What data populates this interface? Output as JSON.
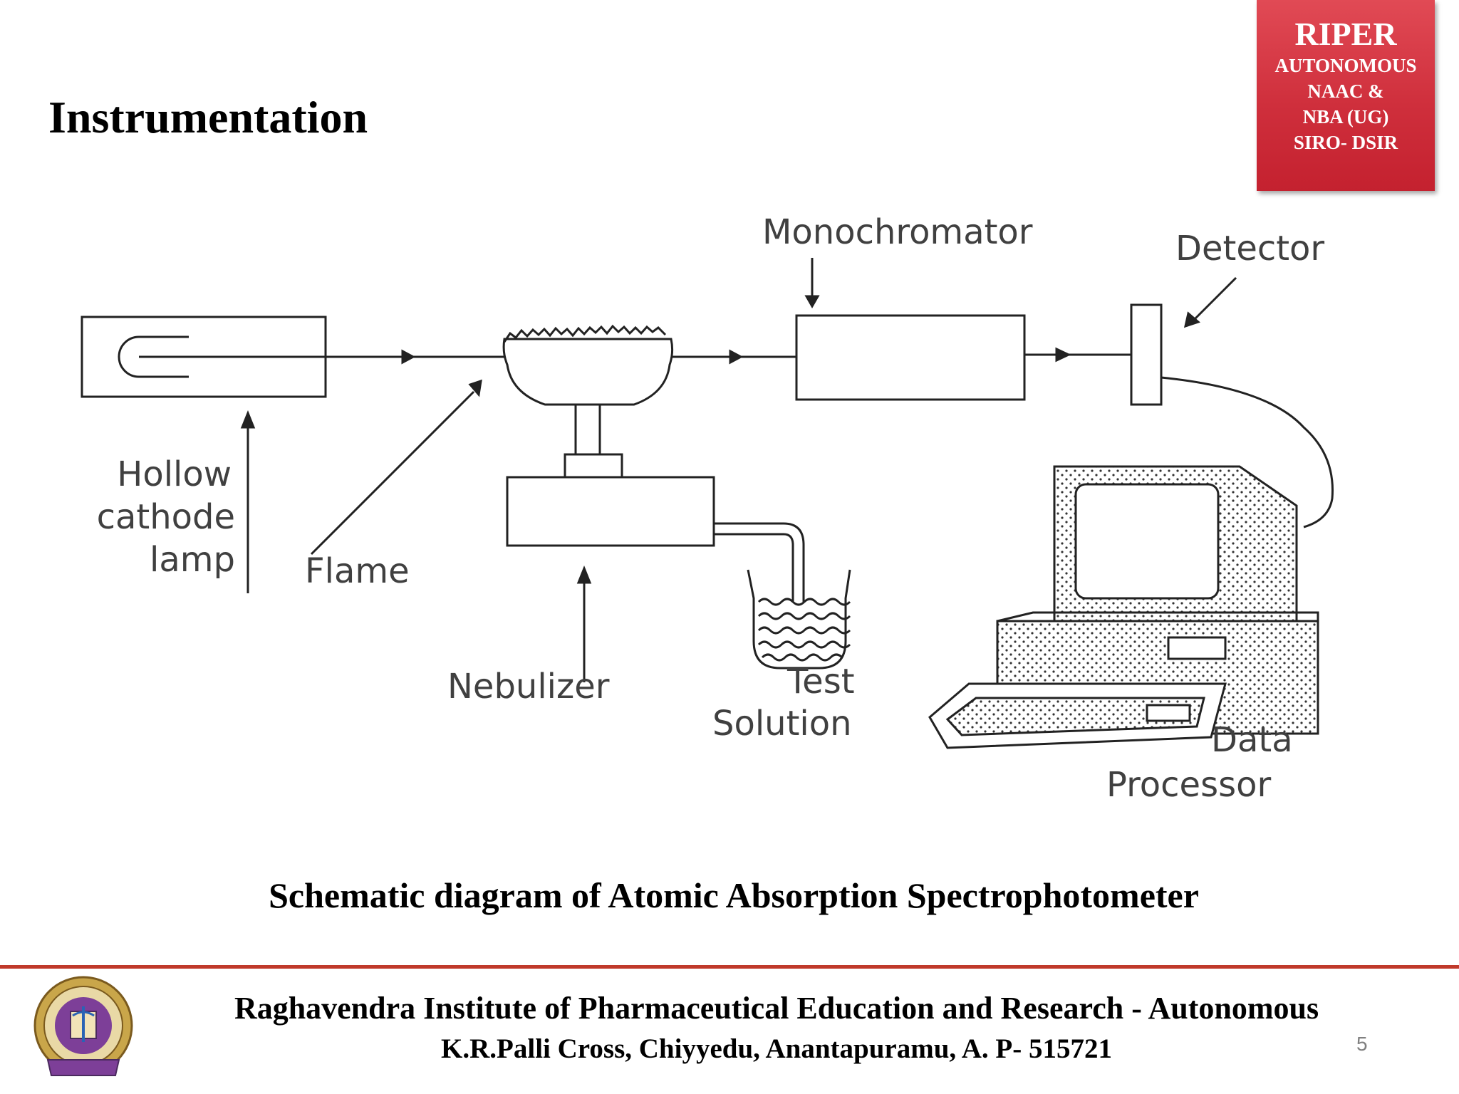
{
  "slide": {
    "title": "Instrumentation",
    "caption": "Schematic diagram of Atomic  Absorption Spectrophotometer",
    "page_number": "5"
  },
  "badge": {
    "line1": "RIPER",
    "line2": "AUTONOMOUS",
    "line3": "NAAC &",
    "line4": "NBA (UG)",
    "line5": "SIRO- DSIR",
    "color": "#d32f3c"
  },
  "diagram": {
    "labels": {
      "monochromator": "Monochromator",
      "detector": "Detector",
      "hollow": "Hollow",
      "cathode": "cathode",
      "lamp": "lamp",
      "flame": "Flame",
      "nebulizer": "Nebulizer",
      "test": "Test",
      "solution": "Solution",
      "data": "Data",
      "processor": "Processor"
    }
  },
  "footer": {
    "institute": "Raghavendra Institute of Pharmaceutical Education and Research - Autonomous",
    "address": "K.R.Palli Cross, Chiyyedu, Anantapuramu, A. P- 515721",
    "rule_color": "#c0392b"
  }
}
